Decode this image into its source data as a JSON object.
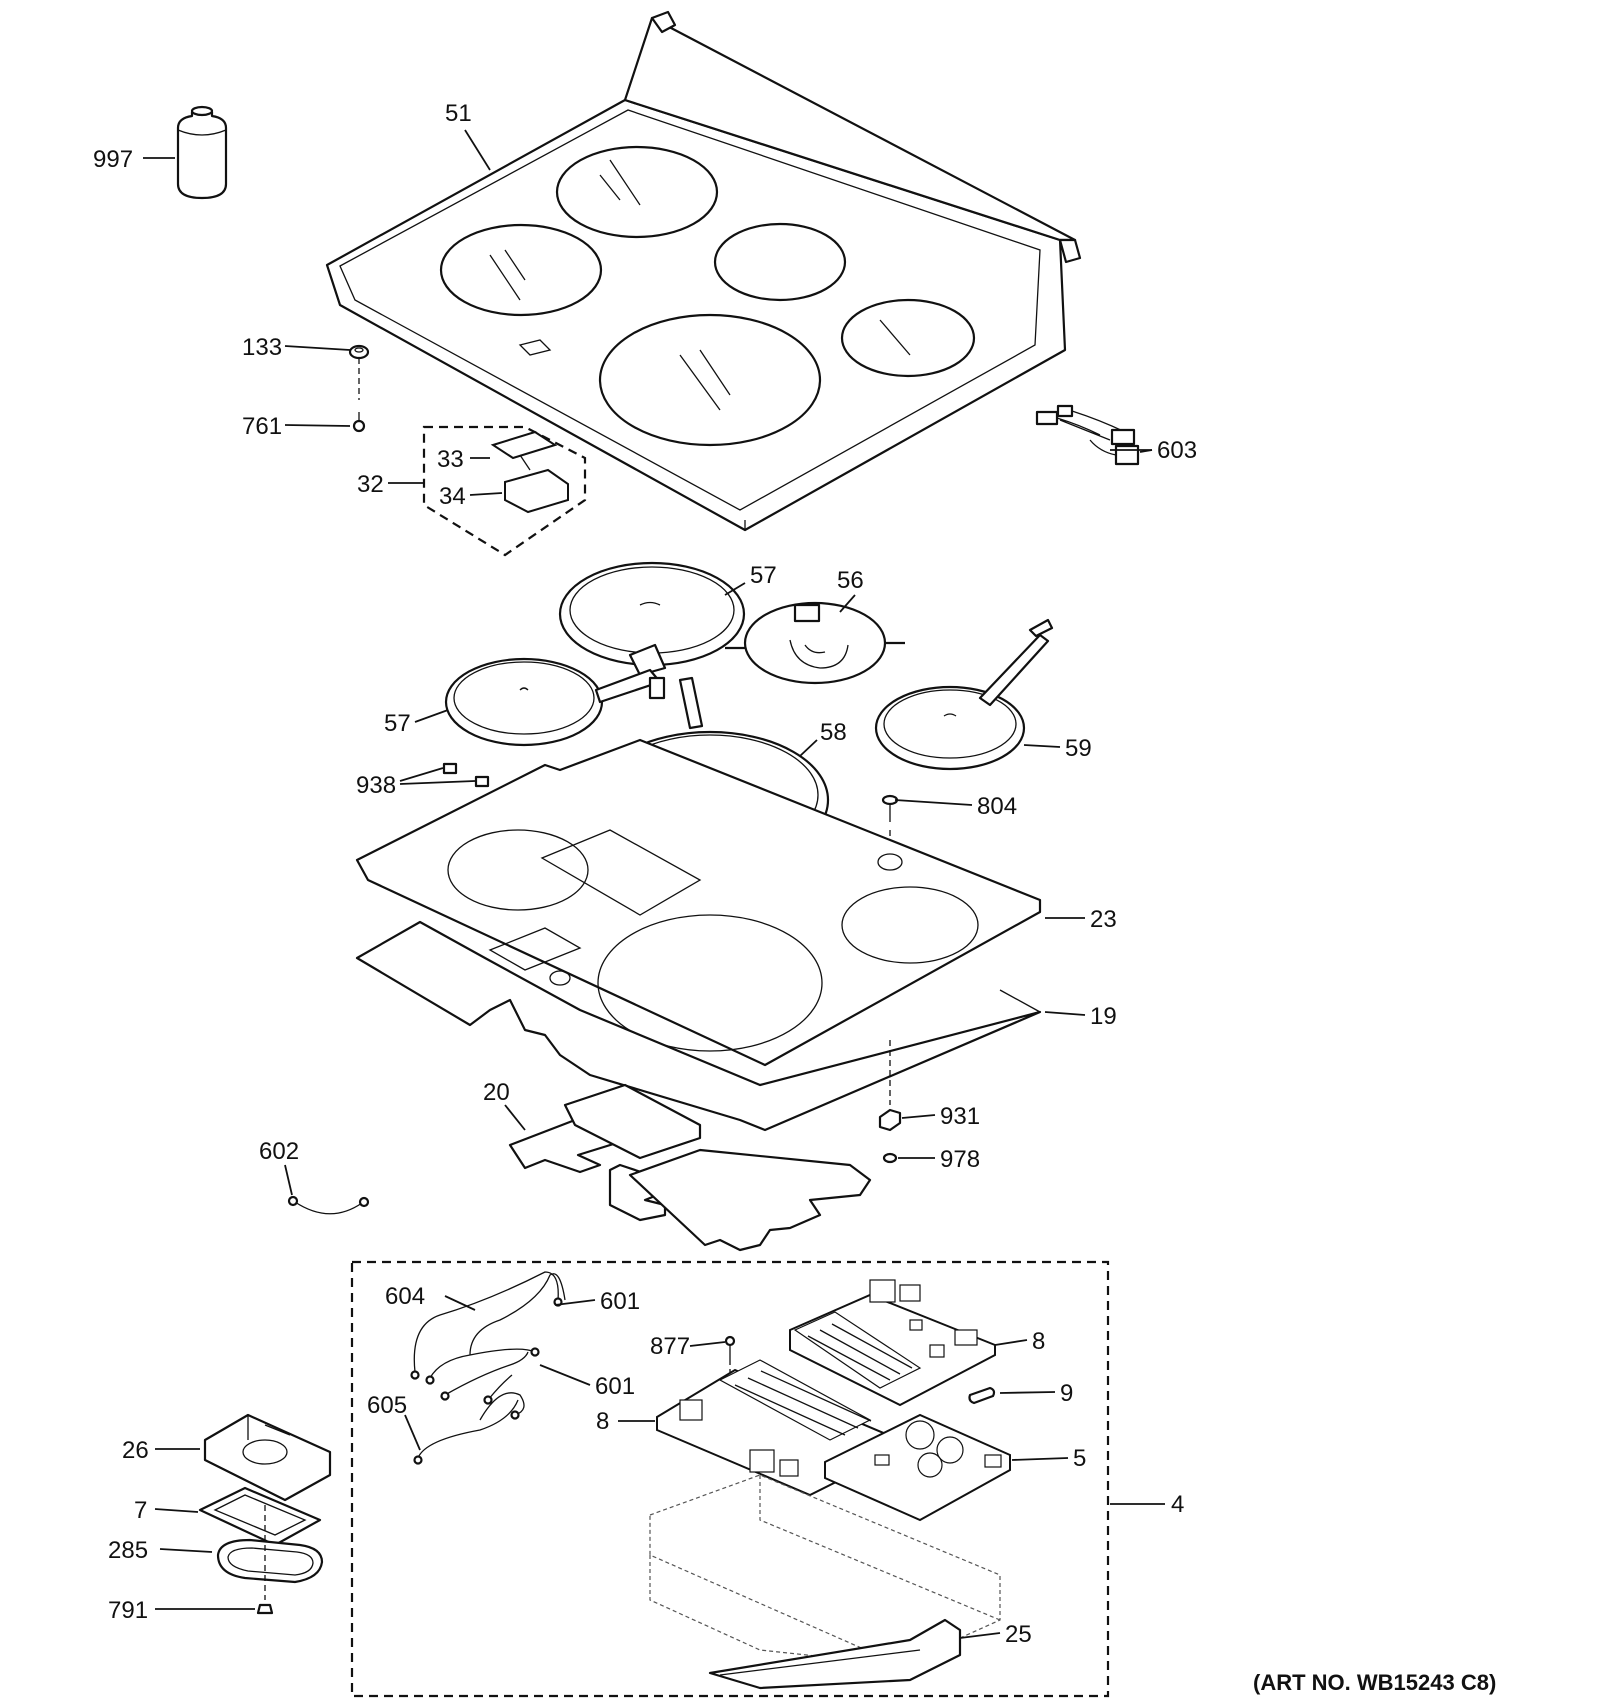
{
  "diagram": {
    "art_number": "(ART NO. WB15243 C8)",
    "callouts": {
      "c997": "997",
      "c51": "51",
      "c133": "133",
      "c761": "761",
      "c33": "33",
      "c32": "32",
      "c34": "34",
      "c603": "603",
      "c57a": "57",
      "c56": "56",
      "c57b": "57",
      "c58": "58",
      "c59": "59",
      "c938": "938",
      "c804": "804",
      "c23": "23",
      "c19": "19",
      "c20": "20",
      "c931": "931",
      "c978": "978",
      "c602": "602",
      "c604": "604",
      "c601a": "601",
      "c601b": "601",
      "c877": "877",
      "c8a": "8",
      "c8b": "8",
      "c9": "9",
      "c605": "605",
      "c5": "5",
      "c4": "4",
      "c26": "26",
      "c7": "7",
      "c285": "285",
      "c791": "791",
      "c25": "25"
    }
  }
}
